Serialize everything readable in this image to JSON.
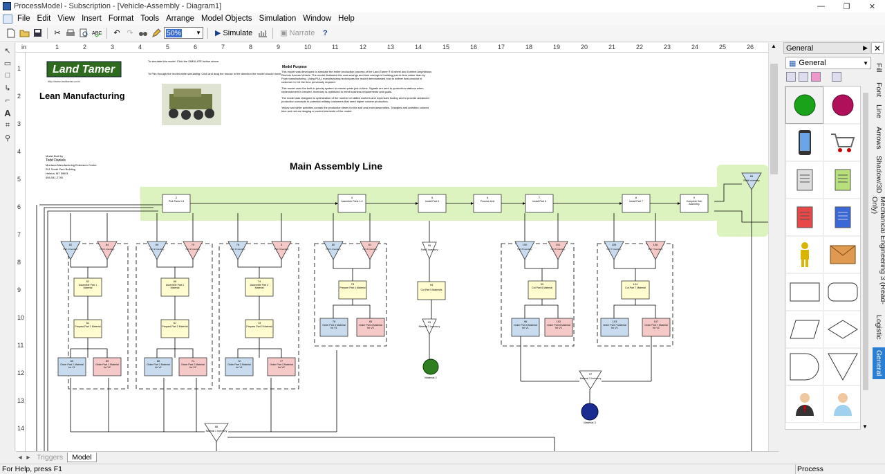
{
  "window": {
    "title": "ProcessModel - Subscription - [Vehicle-Assembly - Diagram1]",
    "controls": [
      "—",
      "❐",
      "✕"
    ]
  },
  "menu": [
    "File",
    "Edit",
    "View",
    "Insert",
    "Format",
    "Tools",
    "Arrange",
    "Model Objects",
    "Simulation",
    "Window",
    "Help"
  ],
  "toolbar": {
    "zoom_value": "50%",
    "simulate_label": "Simulate",
    "narrate_label": "Narrate"
  },
  "ruler": {
    "h": [
      "in",
      "1",
      "2",
      "3",
      "4",
      "5",
      "6",
      "7",
      "8",
      "9",
      "10",
      "11",
      "12",
      "13",
      "14",
      "15",
      "16",
      "17",
      "18",
      "19",
      "20",
      "21",
      "22",
      "23",
      "24",
      "25",
      "26"
    ],
    "v": [
      "1",
      "2",
      "3",
      "4",
      "5",
      "6",
      "7",
      "8",
      "9",
      "10",
      "11",
      "12",
      "13",
      "14"
    ]
  },
  "diagram": {
    "logo_text": "Land Tamer",
    "logo_url": "http://www.landtamer.com/",
    "subtitle": "Lean Manufacturing",
    "instructions_1": "To simulate this model: Click the SIMULATE button above.",
    "instructions_2": "To Pan through the model while simulating: Click and drag the mouse in the direction the model should move.",
    "purpose_title": "Model Purpose",
    "purpose_p1": "This model was developed to simulate the entire production process of the Land Tamer ® 6 wheel and 8 wheel Amphibious Remote Access Vehicle. The model illustrated the cost savings and time savings of building just-in-time rather than by Push manufacturing. Using PULL manufacturing techniques the model demonstrated how to deliver final product to customer in 1/4 the time previously required.",
    "purpose_p2": "This model uses the built-in priority system to reorder parts just-in-time. Signals are sent to production stations when replenishment is needed. Inventory is optimized to meet business requirements and goals.",
    "purpose_p3": "The model was designed to optimization of the number of skilled workers and expensive tooling and to provide advanced production concepts to potential military customers that need higher volume production.",
    "purpose_p4": "Yellow and white activities contain the production times for the sub and main assemblies. Triangles and activities colored blue and red are staging or control elements of the model.",
    "built_by_label": "Model Built by",
    "author": "Todd Daniels",
    "org": "Montana Manufacturing Extension Center",
    "address1": "201 South Park Building",
    "address2": "Helena, MT 59601",
    "phone": "406-541-2745",
    "main_title": "Main Assembly Line",
    "main_line": [
      {
        "num": "2",
        "label": "Pick Parts 1-3"
      },
      {
        "num": "4",
        "label": "Assemble Parts 1-4"
      },
      {
        "num": "5",
        "label": "Install Part 5"
      },
      {
        "num": "6",
        "label": "Process Unit"
      },
      {
        "num": "7",
        "label": "Install Part 6"
      },
      {
        "num": "8",
        "label": "Install Part 7"
      },
      {
        "num": "9",
        "label": "Complete Sub Assembly"
      }
    ],
    "cells": [
      {
        "inv_a": {
          "num": "82",
          "label": "Part 1 Inventory"
        },
        "inv_b": {
          "num": "84",
          "label": "Part 1 Inventory"
        },
        "assemble": {
          "num": "62",
          "label": "Assemble Part 1 Material"
        },
        "prepare": {
          "num": "61",
          "label": "Prepare Part 1 Material"
        },
        "order_a": {
          "num": "60",
          "label": "Order Part 1 Material for V1"
        },
        "order_b": {
          "num": "59",
          "label": "Order Part 1 Material for V2"
        }
      },
      {
        "inv_a": {
          "num": "69",
          "label": "Part 2 Inventory"
        },
        "inv_b": {
          "num": "70",
          "label": "Part 2 Inventory"
        },
        "assemble": {
          "num": "68",
          "label": "Assemble Part 2 Material"
        },
        "prepare": {
          "num": "67",
          "label": "Prepare Part 2 Material"
        },
        "order_a": {
          "num": "65",
          "label": "Order Part 2 Material for V1"
        },
        "order_b": {
          "num": "71",
          "label": "Order Part 2 Material for V2"
        }
      },
      {
        "inv_a": {
          "num": "76",
          "label": "Part 3 Inventory"
        },
        "inv_b": {
          "num": "3",
          "label": "Part 3 Inventory"
        },
        "assemble": {
          "num": "74",
          "label": "Assemble Part 3 Material"
        },
        "prepare": {
          "num": "73",
          "label": "Prepare Part 3 Material"
        },
        "order_a": {
          "num": "72",
          "label": "Order Part 3 Material for V1"
        },
        "order_b": {
          "num": "77",
          "label": "Order Part 3 Material for V2"
        }
      },
      {
        "inv_a": {
          "num": "80",
          "label": "Part 4 Inventory"
        },
        "inv_b": {
          "num": "81",
          "label": "Part 4 Inventory"
        },
        "assemble": {
          "num": "79",
          "label": "Prepare Part 4 Material"
        },
        "order_a": {
          "num": "78",
          "label": "Order Part 4 Material for V1"
        },
        "order_b": {
          "num": "83",
          "label": "Order Part 4 Material for V2"
        }
      },
      {
        "inv_a": {
          "num": "100",
          "label": "Part 6 Inventory"
        },
        "inv_b": {
          "num": "101",
          "label": "Part 6 Inventory"
        },
        "assemble": {
          "num": "99",
          "label": "Cut Part 6 Material"
        },
        "order_a": {
          "num": "98",
          "label": "Order Part 6 Material for V1"
        },
        "order_b": {
          "num": "102",
          "label": "Order Part 6 Material for V2"
        }
      },
      {
        "inv_a": {
          "num": "105",
          "label": "Part 7 Inventory"
        },
        "inv_b": {
          "num": "106",
          "label": "Part 7 Inventory"
        },
        "assemble": {
          "num": "104",
          "label": "Cut Part 7 Material"
        },
        "order_a": {
          "num": "103",
          "label": "Order Part 7 Material for V1"
        },
        "order_b": {
          "num": "107",
          "label": "Order Part 7 Material for V2"
        }
      }
    ],
    "part5": {
      "inv": {
        "num": "95",
        "label": "Part 5 Inventory"
      },
      "cut": {
        "num": "94",
        "label": "Cut Part 5 Materials"
      },
      "mat_inv": {
        "num": "93",
        "label": "Material 2 Inventory"
      },
      "material": "Material 2"
    },
    "material1": {
      "num": "88",
      "label": "Material 1 Inventory"
    },
    "material3": {
      "num": "97",
      "label": "Material 3 Inventory",
      "label_out": "Material 3"
    },
    "right_inv": {
      "num": "85",
      "label": "Build Inventory"
    }
  },
  "tabs": {
    "triggers": "Triggers",
    "model": "Model"
  },
  "status": {
    "help": "For Help, press F1",
    "mode": "Process"
  },
  "palette": {
    "header": "General",
    "selector": "General",
    "vertical_tabs": [
      "Fill",
      "Font",
      "Line",
      "Arrows",
      "Shadow/3D",
      "Mechanical Engineering 3 (Read-Only)",
      "Logistic",
      "General"
    ]
  }
}
